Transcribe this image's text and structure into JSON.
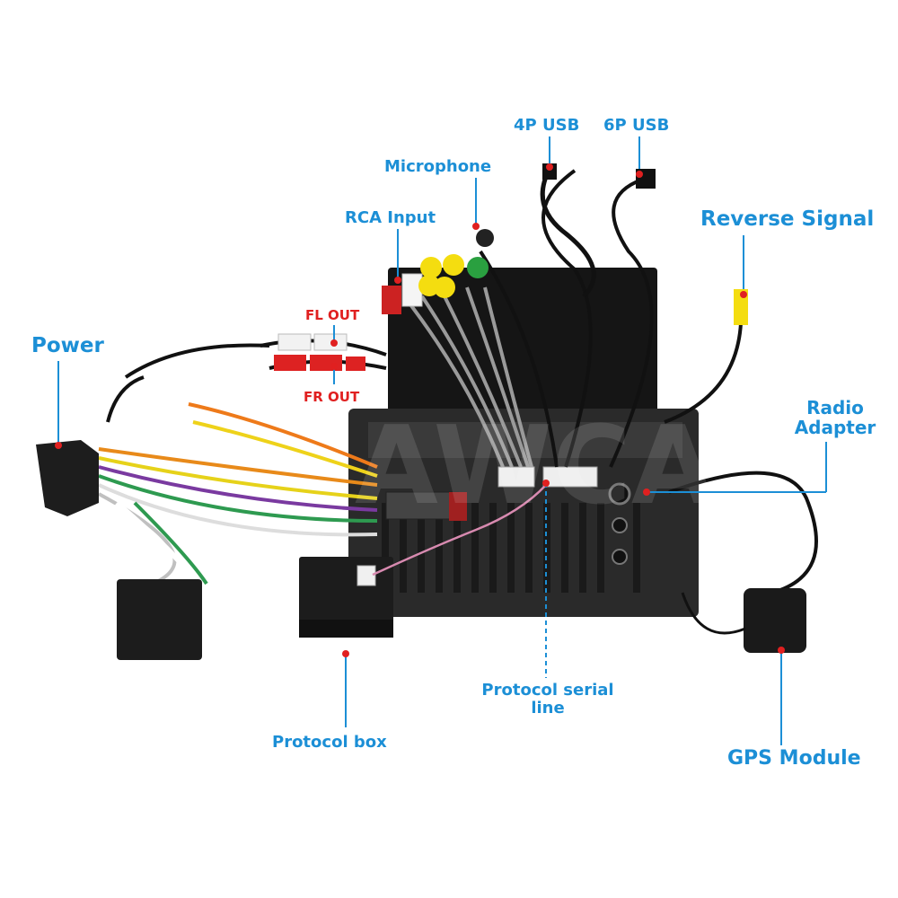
{
  "labels": {
    "usb4p": "4P USB",
    "usb6p": "6P USB",
    "microphone": "Microphone",
    "rca_input": "RCA Input",
    "reverse_signal": "Reverse Signal",
    "fl_out": "FL OUT",
    "fr_out": "FR OUT",
    "power": "Power",
    "radio_adapter_line1": "Radio",
    "radio_adapter_line2": "Adapter",
    "protocol_serial_line1": "Protocol serial",
    "protocol_serial_line2": "line",
    "protocol_box": "Protocol box",
    "gps_module": "GPS Module"
  },
  "colors": {
    "label_blue": "#1c8fd6",
    "label_red": "#e02020",
    "pointer_dot": "#e02020",
    "unit_body": "#2a2a2a"
  }
}
